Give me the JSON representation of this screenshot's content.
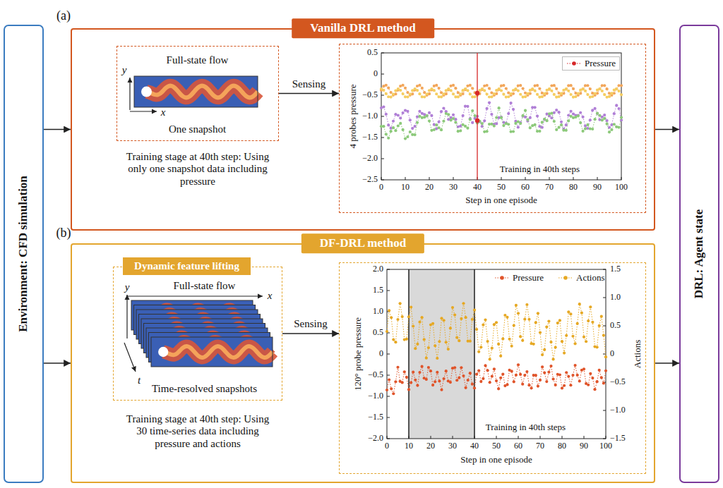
{
  "diagram": {
    "nodes": [
      {
        "text": [
          "Environment: CFD simulation"
        ]
      },
      {
        "text": [
          "Vanilla DRL method"
        ]
      },
      {
        "text": [
          "Full-state flow",
          "One snapshot"
        ],
        "in": 1
      },
      {
        "text": [
          "Training in 40th steps"
        ],
        "in": 1
      },
      {
        "text": [
          "DF-DRL method"
        ]
      },
      {
        "text": [
          "Full-state flow",
          "Time-resolved snapshots"
        ],
        "in": 4
      },
      {
        "text": [
          "Dynamic feature lifting"
        ],
        "in": 5
      },
      {
        "text": [
          "Training in 40th steps"
        ],
        "in": 4
      },
      {
        "text": [
          "DRL: Agent state"
        ]
      }
    ],
    "edges": [
      {
        "from": 0,
        "to": 1,
        "arrow": "to"
      },
      {
        "from": 0,
        "to": 4,
        "arrow": "to"
      },
      {
        "from": 1,
        "to": 8,
        "arrow": "to"
      },
      {
        "from": 4,
        "to": 8,
        "arrow": "to"
      },
      {
        "from": 2,
        "to": 3,
        "label": "Sensing",
        "arrow": "to"
      },
      {
        "from": 5,
        "to": 7,
        "label": "Sensing",
        "arrow": "to"
      }
    ],
    "labels": [
      "(a)",
      "y",
      "x",
      "Training stage at 40th step: Using only one snapshot data including pressure",
      "4 probes pressure",
      "0.5",
      "0",
      "−0.5",
      "−1.0",
      "−1.5",
      "−2.0",
      "−2.5",
      "0",
      "10",
      "20",
      "30",
      "40",
      "50",
      "60",
      "70",
      "80",
      "90",
      "100",
      "Step in one episode",
      "(b)",
      "y",
      "x",
      "t",
      "Training stage at 40th step: Using 30 time-series data including pressure and actions",
      "120° probe pressure",
      "2.0",
      "1.5",
      "1.0",
      "0.5",
      "0",
      "−0.5",
      "−1.0",
      "−1.5",
      "−2.0",
      "1.5",
      "1.0",
      "0.5",
      "0",
      "−0.5",
      "−1.0",
      "−1.5",
      "Actions",
      "0",
      "10",
      "20",
      "30",
      "40",
      "50",
      "60",
      "70",
      "80",
      "90",
      "100",
      "Step in one episode"
    ],
    "legend": [
      {
        "text": "Pressure"
      },
      {
        "text": "Pressure"
      },
      {
        "text": "Actions"
      }
    ]
  }
}
